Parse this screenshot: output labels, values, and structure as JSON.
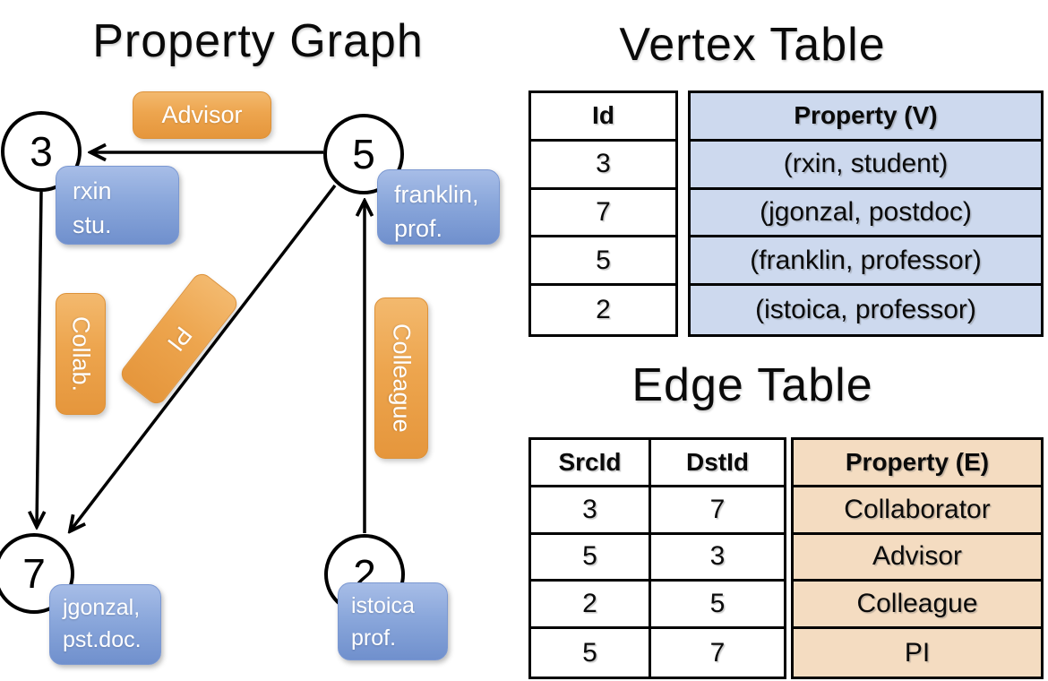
{
  "titles": {
    "graph": "Property Graph",
    "vertex_table": "Vertex Table",
    "edge_table": "Edge Table"
  },
  "graph": {
    "nodes": [
      {
        "id": "3",
        "label_line1": "rxin",
        "label_line2": "stu."
      },
      {
        "id": "5",
        "label_line1": "franklin,",
        "label_line2": "prof."
      },
      {
        "id": "7",
        "label_line1": "jgonzal,",
        "label_line2": "pst.doc."
      },
      {
        "id": "2",
        "label_line1": "istoica",
        "label_line2": "prof."
      }
    ],
    "edge_labels": {
      "advisor": "Advisor",
      "collab": "Collab.",
      "pi": "PI",
      "colleague": "Colleague"
    }
  },
  "vertex_table": {
    "headers": {
      "id": "Id",
      "property": "Property (V)"
    },
    "rows": [
      {
        "id": "3",
        "property": "(rxin, student)"
      },
      {
        "id": "7",
        "property": "(jgonzal, postdoc)"
      },
      {
        "id": "5",
        "property": "(franklin, professor)"
      },
      {
        "id": "2",
        "property": "(istoica, professor)"
      }
    ]
  },
  "edge_table": {
    "headers": {
      "src": "SrcId",
      "dst": "DstId",
      "property": "Property (E)"
    },
    "rows": [
      {
        "src": "3",
        "dst": "7",
        "property": "Collaborator"
      },
      {
        "src": "5",
        "dst": "3",
        "property": "Advisor"
      },
      {
        "src": "2",
        "dst": "5",
        "property": "Colleague"
      },
      {
        "src": "5",
        "dst": "7",
        "property": "PI"
      }
    ]
  },
  "colors": {
    "edge_label_orange": "#eda54e",
    "vertex_label_blue": "#8aa7db",
    "vertex_cell_bg": "#cdd9ee",
    "edge_cell_bg": "#f4dcc1",
    "node_fill": "#ffffff",
    "line": "#000000"
  }
}
